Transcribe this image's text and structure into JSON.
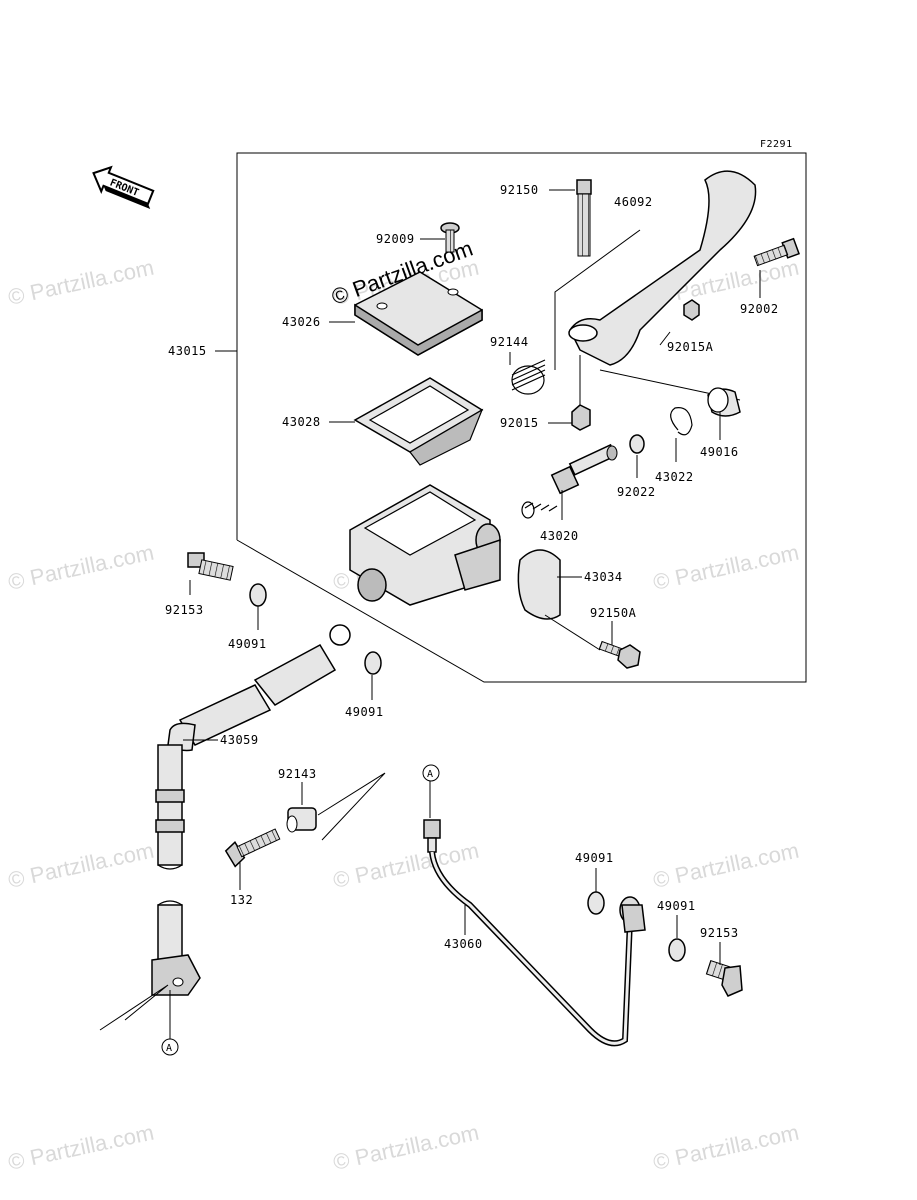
{
  "figure_code": "F2291",
  "front_label": "FRONT",
  "watermark": "© Partzilla.com",
  "ref_marks": {
    "a1": "A",
    "a2": "A"
  },
  "labels": {
    "p92150": "92150",
    "p46092": "46092",
    "p92009": "92009",
    "p92002": "92002",
    "p43026": "43026",
    "p43015": "43015",
    "p92144": "92144",
    "p92015A": "92015A",
    "p92015": "92015",
    "p43028": "43028",
    "p49016": "49016",
    "p43022": "43022",
    "p92022": "92022",
    "p43020": "43020",
    "p43034": "43034",
    "p92150A": "92150A",
    "p92153a": "92153",
    "p49091a": "49091",
    "p49091b": "49091",
    "p43059": "43059",
    "p92143": "92143",
    "p132": "132",
    "p49091c": "49091",
    "p49091d": "49091",
    "p92153b": "92153",
    "p43060": "43060"
  }
}
